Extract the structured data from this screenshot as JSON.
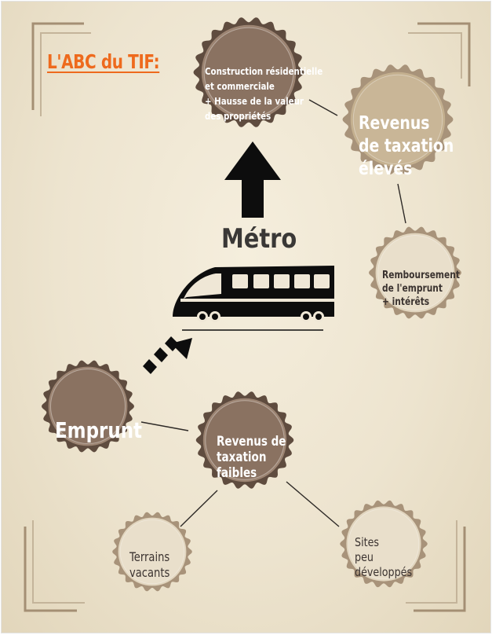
{
  "title": "L'ABC du TIF:",
  "vehicle_label": "Métro",
  "nodes": {
    "construction": "Construction résidentielle\net commerciale\n+ Hausse de la valeur\ndes propriétés",
    "revenus_eleves": "Revenus\nde taxation\nélevés",
    "remboursement": "Remboursement\nde l'emprunt\n+ intérêts",
    "emprunt": "Emprunt",
    "revenus_faibles": "Revenus de\ntaxation\nfaibles",
    "terrains": "Terrains\nvacants",
    "sites": "Sites\npeu\ndéveloppés"
  },
  "colors": {
    "dark_badge": "#8a7261",
    "dark_badge_ring": "#5f4c3f",
    "light_badge": "#c9b697",
    "light_badge_ring": "#a8937a",
    "pale_badge": "#e9dfcb",
    "title": "#ee6a1d",
    "icon": "#111111"
  },
  "icons": [
    "up-arrow-icon",
    "dashed-arrow-icon",
    "train-icon"
  ]
}
